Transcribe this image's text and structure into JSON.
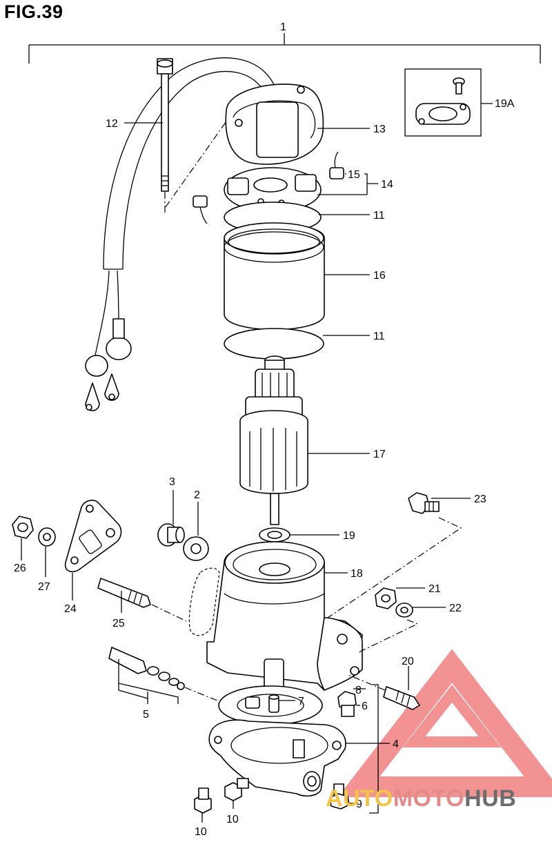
{
  "figure": {
    "title": "FIG.39"
  },
  "callouts": {
    "c1": "1",
    "c2": "2",
    "c3": "3",
    "c4": "4",
    "c5": "5",
    "c6": "6",
    "c7": "7",
    "c8": "8",
    "c9": "9",
    "c10a": "10",
    "c10b": "10",
    "c11a": "11",
    "c11b": "11",
    "c12": "12",
    "c13": "13",
    "c14": "14",
    "c15": "15",
    "c16": "16",
    "c17": "17",
    "c18": "18",
    "c19": "19",
    "c19a": "19A",
    "c20": "20",
    "c21": "21",
    "c22": "22",
    "c23": "23",
    "c24": "24",
    "c25": "25",
    "c26": "26",
    "c27": "27"
  },
  "watermark": {
    "part1": "AUTO",
    "part2": "MOTO",
    "part3": "HUB",
    "color_triangle": "#f08080",
    "color_yellow": "#f4c44a",
    "color_gray": "#6c6c6c"
  }
}
